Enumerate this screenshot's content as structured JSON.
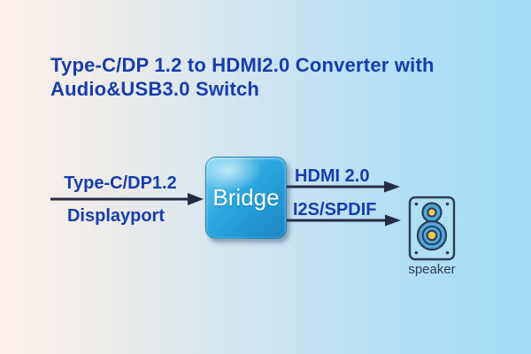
{
  "title": {
    "line1": "Type-C/DP 1.2 to HDMI2.0 Converter with",
    "line2": "Audio&USB3.0 Switch"
  },
  "diagram": {
    "input": {
      "top_label": "Type-C/DP1.2",
      "bottom_label": "Displayport"
    },
    "bridge": {
      "label": "Bridge"
    },
    "outputs": [
      {
        "label": "HDMI 2.0"
      },
      {
        "label": "I2S/SPDIF"
      }
    ],
    "speaker": {
      "label": "speaker"
    }
  },
  "colors": {
    "background_left": "#fdf0ea",
    "background_right": "#a3dcf7",
    "title_text": "#173dac",
    "label_text": "#173dac",
    "arrow": "#252c44",
    "bridge_fill_top": "#6fd0f4",
    "bridge_fill_bottom": "#1b86c4",
    "bridge_text": "#ffffff",
    "speaker_outline": "#2b3c55",
    "speaker_body_fill": "#b0def3",
    "speaker_cone_fill": "#4fa8db",
    "speaker_center_fill": "#f3c84b"
  }
}
